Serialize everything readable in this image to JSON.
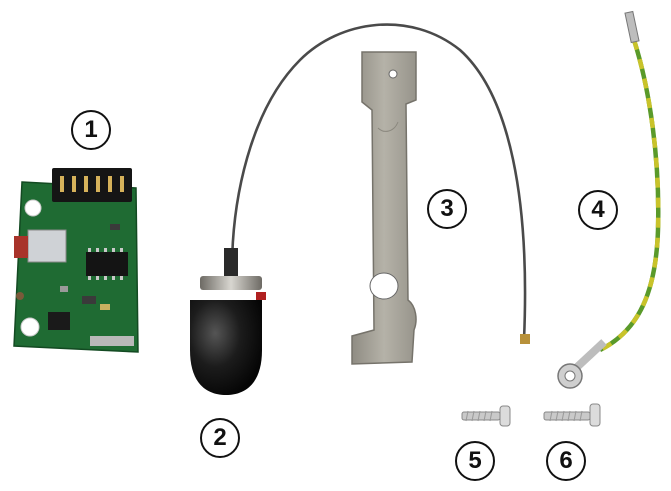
{
  "image": {
    "background": "#ffffff",
    "description_colors": {
      "pcb_green": "#1f6b33",
      "bracket_metal": "#a7a49a",
      "antenna_black": "#151515",
      "cable_gray": "#4a4a4a",
      "wire_yellow": "#c9c32a",
      "wire_green": "#5a9a2a",
      "brass": "#b8913a"
    }
  },
  "callouts": [
    {
      "id": "1",
      "label": "1"
    },
    {
      "id": "2",
      "label": "2"
    },
    {
      "id": "3",
      "label": "3"
    },
    {
      "id": "4",
      "label": "4"
    },
    {
      "id": "5",
      "label": "5"
    },
    {
      "id": "6",
      "label": "6"
    }
  ]
}
